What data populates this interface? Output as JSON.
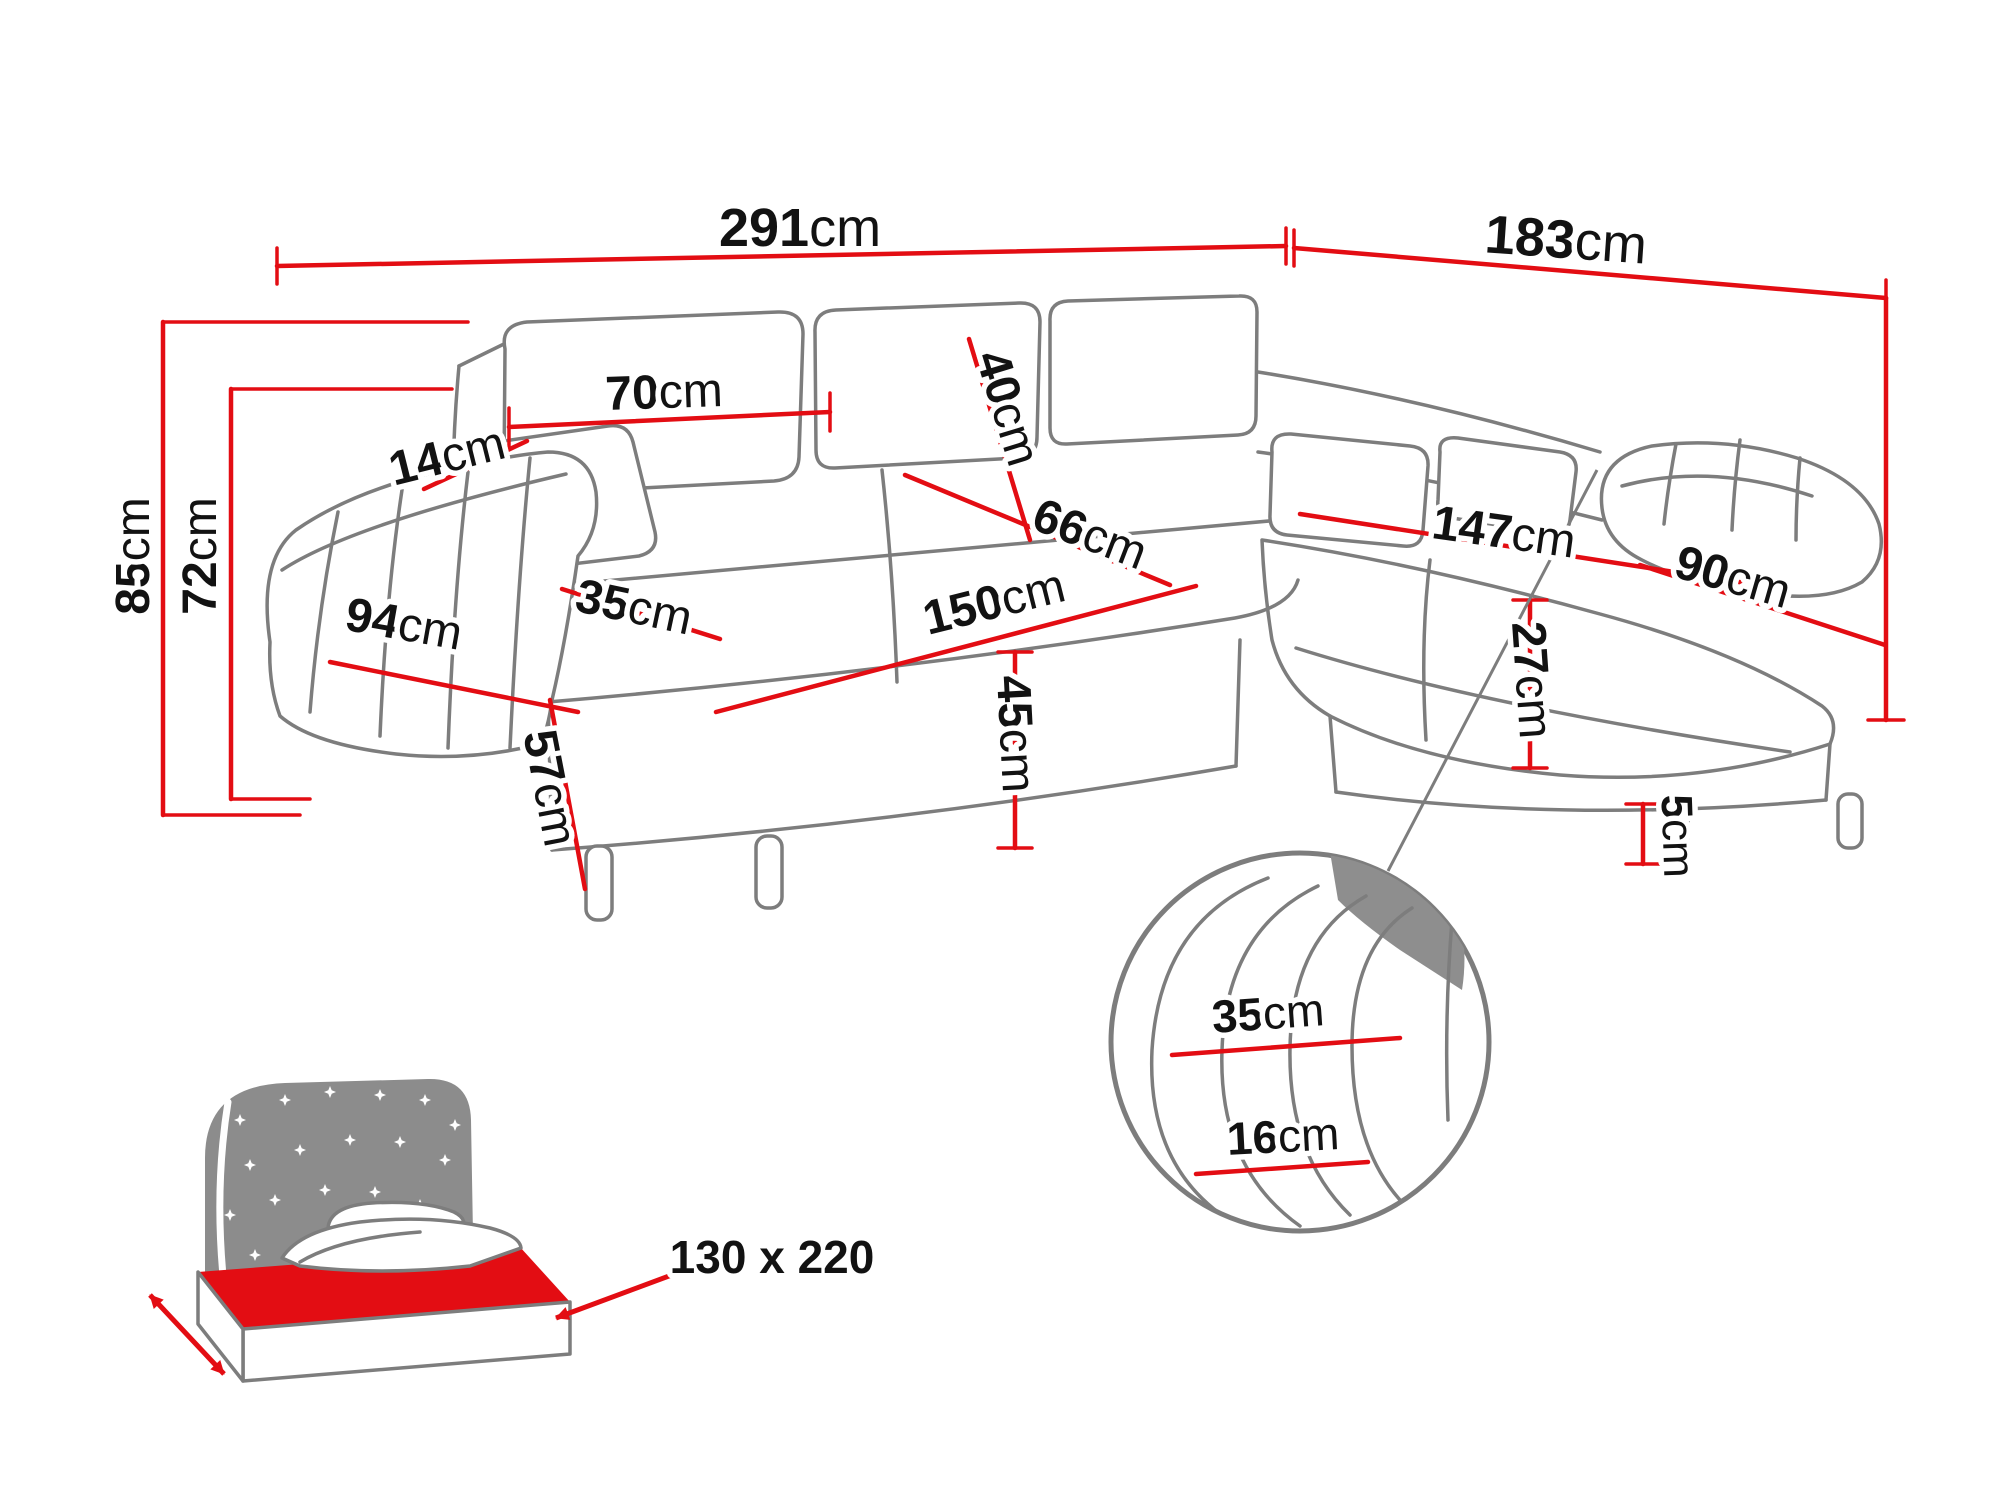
{
  "diagram": {
    "type": "dimension-diagram",
    "subject": "Corner sofa bed with sleeping function - dimensions",
    "dimensions": {
      "total_width": {
        "value": "291",
        "unit": "cm"
      },
      "total_depth": {
        "value": "183",
        "unit": "cm"
      },
      "total_height": {
        "value": "85",
        "unit": "cm"
      },
      "backrest_height": {
        "value": "72",
        "unit": "cm"
      },
      "backrest_thickness": {
        "value": "14",
        "unit": "cm"
      },
      "back_cushion_width": {
        "value": "70",
        "unit": "cm"
      },
      "back_cushion_height": {
        "value": "40",
        "unit": "cm"
      },
      "seat_depth": {
        "value": "66",
        "unit": "cm"
      },
      "chaise_length": {
        "value": "147",
        "unit": "cm"
      },
      "chaise_width": {
        "value": "90",
        "unit": "cm"
      },
      "armrest_depth": {
        "value": "94",
        "unit": "cm"
      },
      "armrest_width": {
        "value": "35",
        "unit": "cm"
      },
      "seat_width": {
        "value": "150",
        "unit": "cm"
      },
      "seat_height": {
        "value": "45",
        "unit": "cm"
      },
      "armrest_height": {
        "value": "57",
        "unit": "cm"
      },
      "chaise_seat_height": {
        "value": "27",
        "unit": "cm"
      },
      "leg_height": {
        "value": "5",
        "unit": "cm"
      }
    },
    "detail_view": {
      "armrest_top_width": {
        "value": "35",
        "unit": "cm"
      },
      "armrest_base_width": {
        "value": "16",
        "unit": "cm"
      }
    },
    "sleeping_area": {
      "size": "130 x 220"
    },
    "colors": {
      "dimension_red": "#e30d13",
      "outline_gray": "#7d7d7d",
      "text_black": "#121212"
    }
  }
}
